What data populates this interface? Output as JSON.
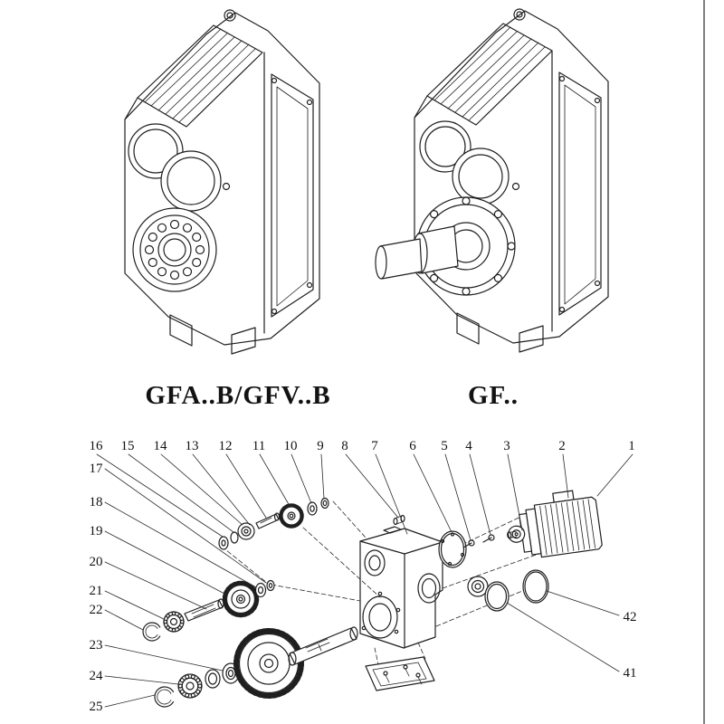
{
  "figures": {
    "left_label": "GFA..B/GFV..B",
    "right_label": "GF.."
  },
  "exploded": {
    "top_numbers": [
      "16",
      "15",
      "14",
      "13",
      "12",
      "11",
      "10",
      "9",
      "8",
      "7",
      "6",
      "5",
      "4",
      "3",
      "2",
      "1"
    ],
    "left_numbers": [
      "17",
      "18",
      "19",
      "20",
      "21",
      "22",
      "23",
      "24",
      "25"
    ],
    "right_numbers": [
      "42",
      "41"
    ]
  },
  "colors": {
    "line": "#1f1f1f",
    "background": "#ffffff"
  }
}
